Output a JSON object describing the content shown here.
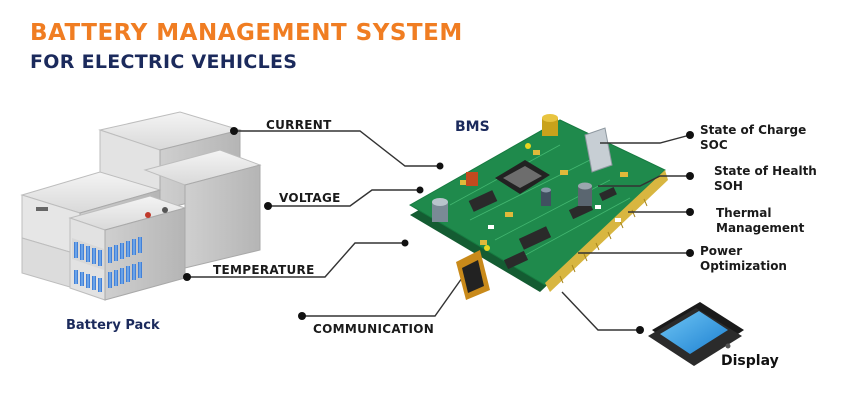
{
  "title": {
    "line1": "BATTERY MANAGEMENT SYSTEM",
    "line2": "FOR ELECTRIC VEHICLES"
  },
  "inputs": {
    "current": "CURRENT",
    "voltage": "VOLTAGE",
    "temperature": "TEMPERATURE",
    "communication": "COMMUNICATION"
  },
  "bms_label": "BMS",
  "battery_pack_label": "Battery Pack",
  "outputs": {
    "soc_1": "State of Charge",
    "soc_2": "SOC",
    "soh_1": "State of Health",
    "soh_2": "SOH",
    "thermal_1": "Thermal",
    "thermal_2": "Management",
    "power_1": "Power",
    "power_2": "Optimization"
  },
  "display_label": "Display",
  "colors": {
    "title_orange": "#f07d22",
    "title_navy": "#1b2a5c",
    "pcb_green": "#1f8a4c",
    "battery_blue": "#3a7bd5"
  }
}
